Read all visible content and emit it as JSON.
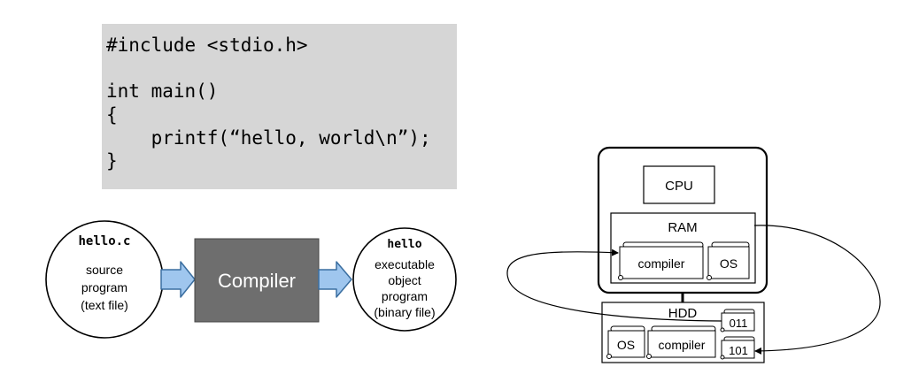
{
  "code": {
    "lines": [
      "#include <stdio.h>",
      "",
      "int main()",
      "{",
      "    printf(“hello, world\\n”);",
      "}"
    ]
  },
  "pipeline": {
    "source": {
      "filename": "hello.c",
      "lines": [
        "source",
        "program",
        "(text file)"
      ]
    },
    "compiler": {
      "label": "Compiler"
    },
    "output": {
      "filename": "hello",
      "lines": [
        "executable",
        "object",
        "program",
        "(binary file)"
      ]
    }
  },
  "computer": {
    "cpu_label": "CPU",
    "ram_label": "RAM",
    "ram_items": [
      "compiler",
      "OS"
    ],
    "hdd_label": "HDD",
    "hdd_items": [
      "OS",
      "compiler"
    ],
    "hdd_binaries": [
      "011",
      "101"
    ]
  },
  "colors": {
    "code_background": "#d6d6d6",
    "compiler_box": "#6e6e6e",
    "arrow_fill": "#9fc6ee",
    "arrow_stroke": "#3a6ea0",
    "line": "#000000"
  }
}
